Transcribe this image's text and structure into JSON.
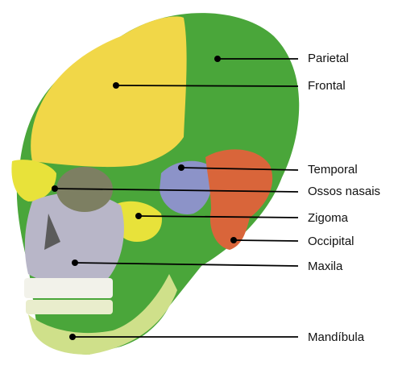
{
  "diagram": {
    "labels": [
      {
        "id": "parietal",
        "text": "Parietal"
      },
      {
        "id": "frontal",
        "text": "Frontal"
      },
      {
        "id": "temporal",
        "text": "Temporal"
      },
      {
        "id": "nasais",
        "text": "Ossos nasais"
      },
      {
        "id": "zigoma",
        "text": "Zigoma"
      },
      {
        "id": "occipital",
        "text": "Occipital"
      },
      {
        "id": "maxila",
        "text": "Maxila"
      },
      {
        "id": "mandibula",
        "text": "Mandíbula"
      }
    ],
    "colors": {
      "frontal": "#f1d748",
      "parietal": "#4aa63a",
      "temporal": "#8c93c8",
      "occipital": "#d9653a",
      "zigoma": "#e8e23a",
      "maxila": "#b8b6c8",
      "mandibula": "#cfe08a",
      "leader": "#000000"
    }
  }
}
